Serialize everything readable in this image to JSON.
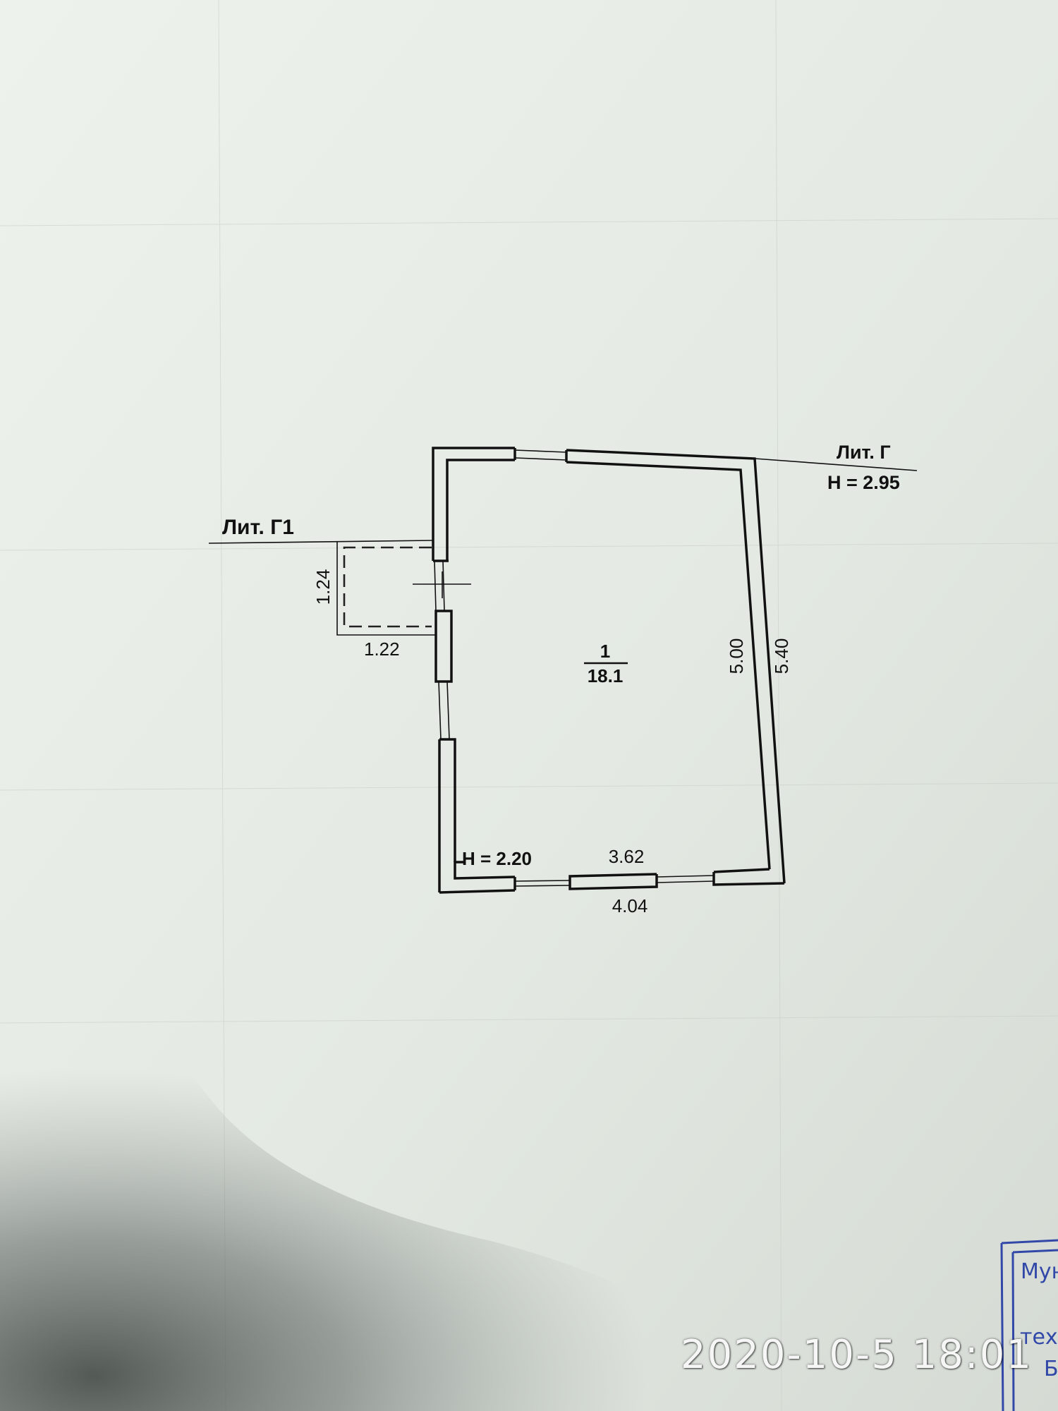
{
  "plan": {
    "lit_g": {
      "label": "Лит. Г",
      "height": "H = 2.95"
    },
    "lit_g1": {
      "label": "Лит. Г1"
    },
    "room": {
      "number": "1",
      "area": "18.1"
    },
    "inner_height": "H = 2.20",
    "dimensions": {
      "inner_width": "3.62",
      "outer_width": "4.04",
      "inner_length": "5.00",
      "outer_length": "5.40",
      "annex_depth": "1.24",
      "annex_width": "1.22"
    }
  },
  "stamp": {
    "line1": "Мун",
    "line2": "техн",
    "line3": "Б"
  },
  "timestamp": "2020-10-5 18:01",
  "colors": {
    "paper": "#e6ebe5",
    "ink": "#111111",
    "stamp": "#3248a8"
  }
}
